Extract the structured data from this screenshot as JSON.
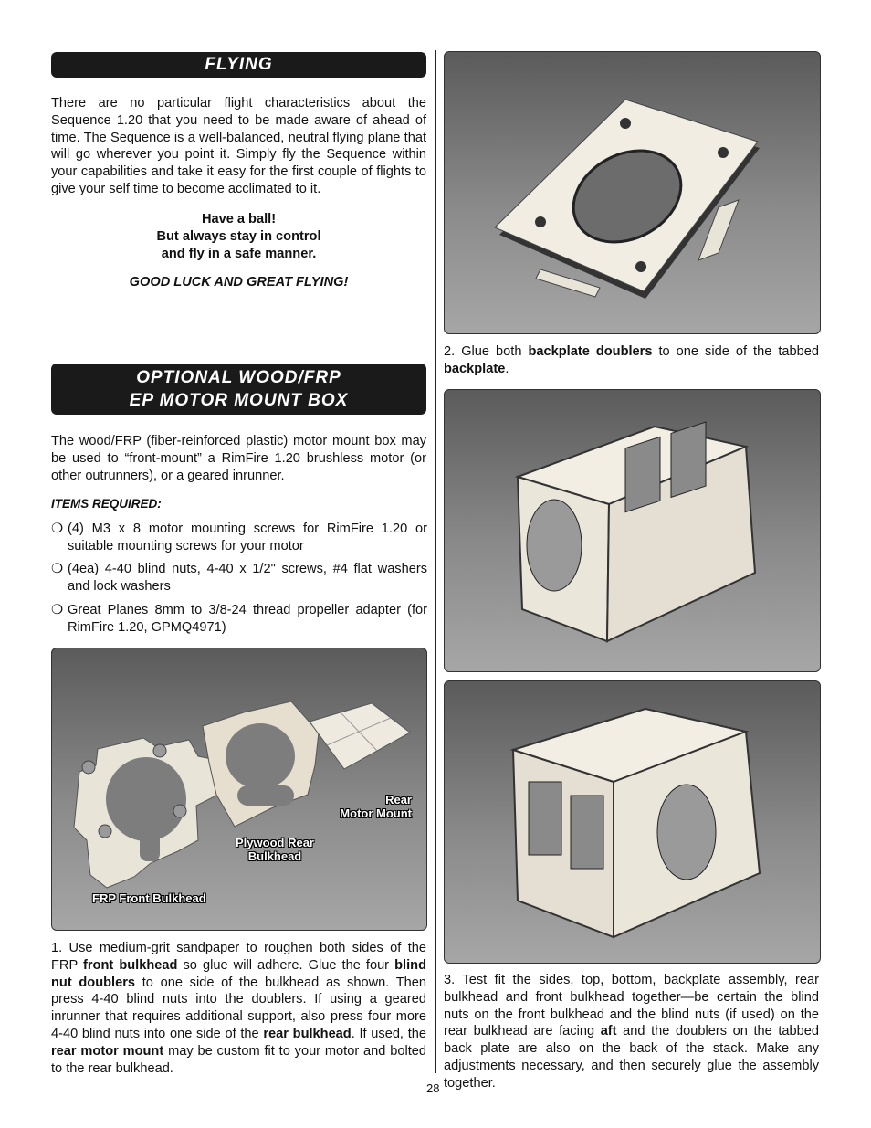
{
  "flying": {
    "heading": "FLYING",
    "body": "There are no particular flight characteristics about the Sequence 1.20 that you need to be made aware of ahead of time. The Sequence is a well-balanced, neutral flying plane that will go wherever you point it. Simply fly the Sequence within your capabilities and take it easy for the first couple of flights to give your self time to become acclimated to it.",
    "line1": "Have a ball!",
    "line2": "But always stay in control",
    "line3": "and fly in a safe manner.",
    "goodluck": "GOOD LUCK AND GREAT FLYING!"
  },
  "motorbox": {
    "heading_line1": "OPTIONAL WOOD/FRP",
    "heading_line2": "EP MOTOR MOUNT BOX",
    "intro": "The wood/FRP (fiber-reinforced plastic) motor mount box may be used to “front-mount” a RimFire 1.20 brushless motor (or other outrunners), or a geared inrunner.",
    "items_heading": "ITEMS REQUIRED:",
    "bullet_mark": "❍",
    "items": [
      "(4) M3 x 8 motor mounting screws for RimFire 1.20 or suitable mounting screws for your motor",
      "(4ea) 4-40 blind nuts, 4-40 x 1/2\" screws, #4 flat washers and lock washers",
      "Great Planes 8mm to 3/8-24 thread propeller adapter (for RimFire 1.20, GPMQ4971)"
    ]
  },
  "photo_parts": {
    "label_rear_1": "Rear",
    "label_rear_2": "Motor Mount",
    "label_plywood_1": "Plywood Rear",
    "label_plywood_2": "Bulkhead",
    "label_frp": "FRP Front Bulkhead"
  },
  "step1": {
    "t1": "1. Use medium-grit sandpaper to roughen both sides of the FRP ",
    "b1": "front bulkhead",
    "t2": " so glue will adhere. Glue the four ",
    "b2": "blind nut doublers",
    "t3": " to one side of the bulkhead as shown. Then press 4-40 blind nuts into the doublers. If using a geared inrunner that requires additional support, also press four more 4-40 blind nuts into one side of the ",
    "b3": "rear bulkhead",
    "t4": ". If used, the ",
    "b4": "rear motor mount",
    "t5": " may be custom fit to your motor and bolted to the rear bulkhead."
  },
  "step2": {
    "t1": "2. Glue both ",
    "b1": "backplate doublers",
    "t2": " to one side of the tabbed ",
    "b2": "backplate",
    "t3": "."
  },
  "step3": {
    "t1": "3. Test fit the sides, top, bottom, backplate assembly, rear bulkhead and front bulkhead together—be certain the blind nuts on the front bulkhead and the blind nuts (if used) on the rear bulkhead are facing ",
    "b1": "aft",
    "t2": " and the doublers on the tabbed back plate are also on the back of the stack. Make any adjustments necessary, and then securely glue the assembly together."
  },
  "page_number": "28"
}
